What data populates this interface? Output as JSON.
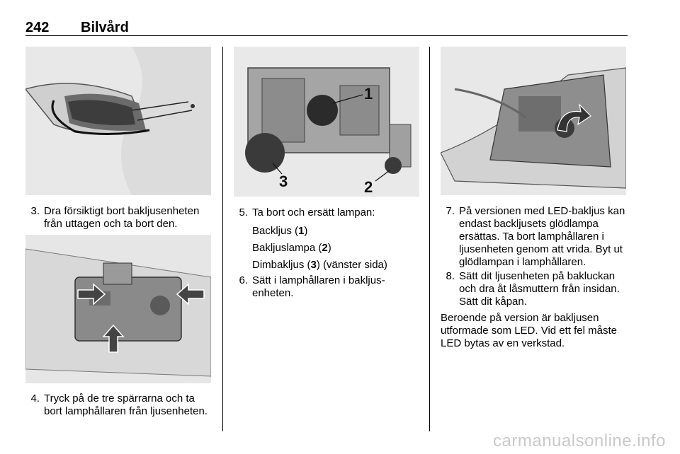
{
  "header": {
    "page_number": "242",
    "section_title": "Bilvård"
  },
  "col1": {
    "step3": {
      "num": "3.",
      "text": "Dra försiktigt bort bakljusenheten från uttagen och ta bort den."
    },
    "step4": {
      "num": "4.",
      "text": "Tryck på de tre spärrarna och ta bort lamphållaren från ljusenhe­ten."
    }
  },
  "col2": {
    "figure_labels": {
      "one": "1",
      "two": "2",
      "three": "3"
    },
    "step5": {
      "num": "5.",
      "text": "Ta bort och ersätt lampan:",
      "items": [
        {
          "pre": "Backljus (",
          "ref": "1",
          "post": ")"
        },
        {
          "pre": "Bakljuslampa (",
          "ref": "2",
          "post": ")"
        },
        {
          "pre": "Dimbakljus (",
          "ref": "3",
          "post": ") (vänster sida)"
        }
      ]
    },
    "step6": {
      "num": "6.",
      "text": "Sätt i lamphållaren i bakljus­enheten."
    }
  },
  "col3": {
    "step7": {
      "num": "7.",
      "text": "På versionen med LED-bakljus kan endast backljusets glödlampa ersättas. Ta bort lamphållaren i ljusenheten genom att vrida. Byt ut glödlampan i lamphållaren."
    },
    "step8": {
      "num": "8.",
      "text": "Sätt dit ljusenheten på bakluckan och dra åt låsmuttern från insidan. Sätt dit kåpan."
    },
    "note": "Beroende på version är bakljusen utformade som LED. Vid ett fel måste LED bytas av en verkstad."
  },
  "watermark": "carmanualsonline.info"
}
